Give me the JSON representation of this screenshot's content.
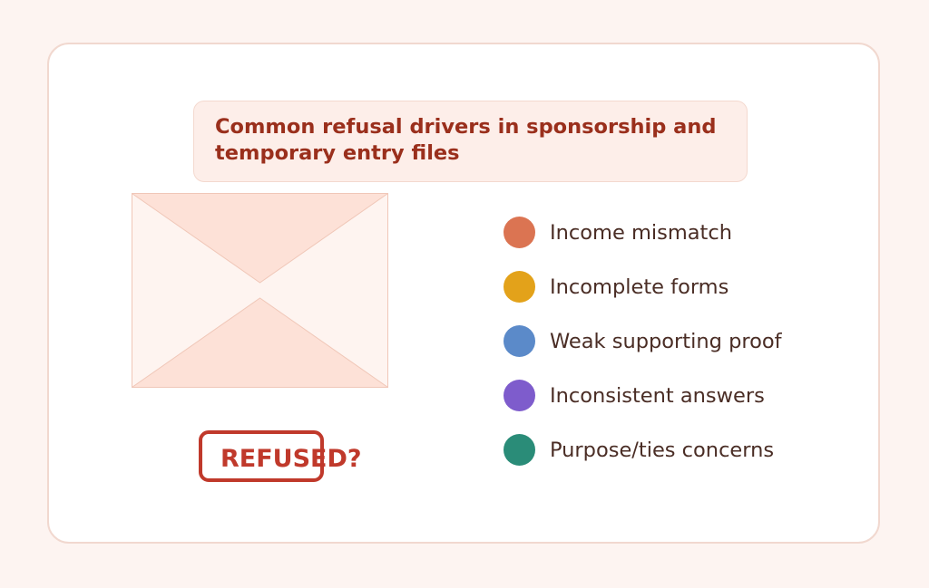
{
  "title": "Common refusal drivers in sponsorship and\ntemporary entry files",
  "stamp": {
    "label": "REFUSED?"
  },
  "legend": [
    {
      "label": "Income mismatch",
      "color": "#db7452"
    },
    {
      "label": "Incomplete forms",
      "color": "#e3a21a"
    },
    {
      "label": "Weak supporting proof",
      "color": "#5b8ac9"
    },
    {
      "label": "Inconsistent answers",
      "color": "#7e5ccc"
    },
    {
      "label": "Purpose/ties concerns",
      "color": "#2a8c78"
    }
  ],
  "colors": {
    "background": "#fdf4f1",
    "card": "#ffffff",
    "title_text": "#9a2f1c",
    "stamp": "#c0392b",
    "envelope_fill": "#fef4f0",
    "envelope_flap": "#fde1d7"
  }
}
